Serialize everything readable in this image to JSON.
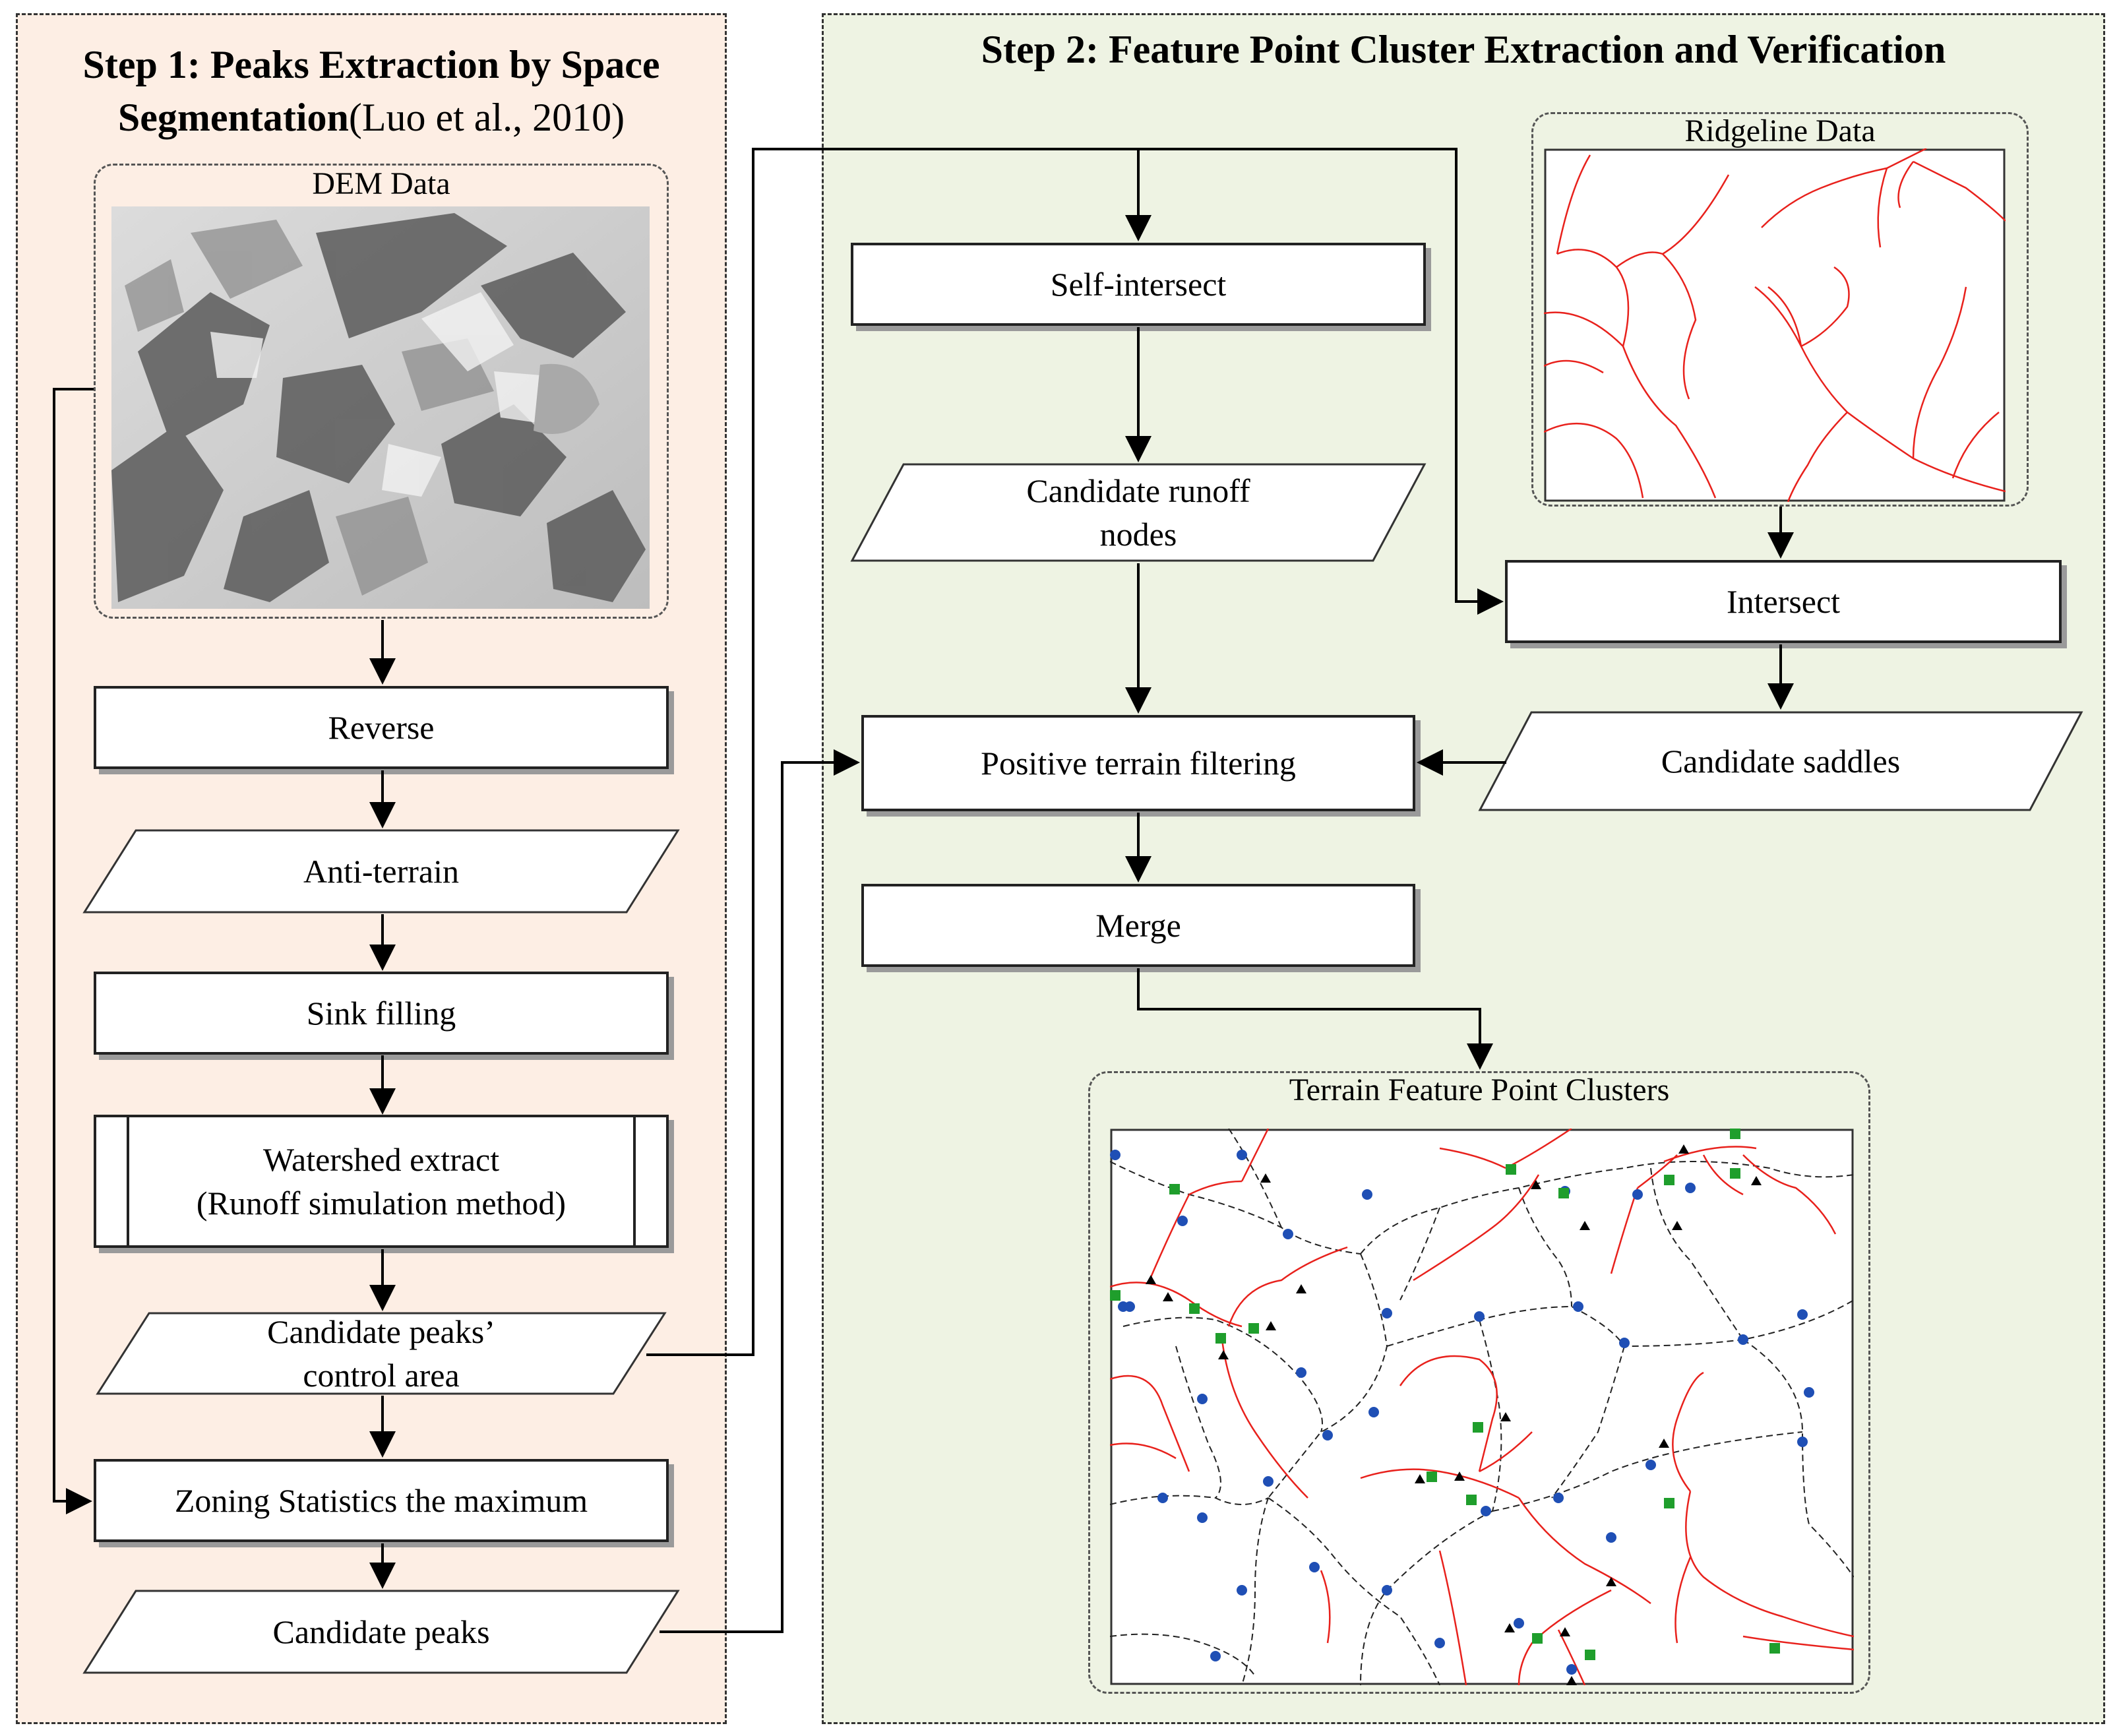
{
  "step1": {
    "title_bold": "Step 1: Peaks Extraction by Space",
    "title_bold2": "Segmentation",
    "title_plain": "(Luo et al., 2010)",
    "dem_label": "DEM Data",
    "reverse": "Reverse",
    "anti_terrain": "Anti-terrain",
    "sink_filling": "Sink filling",
    "watershed_line1": "Watershed extract",
    "watershed_line2": "(Runoff simulation method)",
    "control_area_line1": "Candidate peaks’",
    "control_area_line2": "control area",
    "zoning": "Zoning Statistics the maximum",
    "candidate_peaks": "Candidate peaks"
  },
  "step2": {
    "title": "Step 2: Feature Point Cluster Extraction and Verification",
    "ridgeline_label": "Ridgeline Data",
    "self_intersect": "Self-intersect",
    "runoff_line1": "Candidate runoff",
    "runoff_line2": "nodes",
    "intersect": "Intersect",
    "positive_filtering": "Positive terrain filtering",
    "candidate_saddles": "Candidate saddles",
    "merge": "Merge",
    "clusters_label": "Terrain Feature Point Clusters"
  },
  "colors": {
    "step1_bg": "#fdeee4",
    "step2_bg": "#eef3e3",
    "ridgeline": "#e8211c",
    "runoff_node": "#1f4fb5",
    "saddle": "#1f9e2c",
    "peak": "#000000"
  }
}
